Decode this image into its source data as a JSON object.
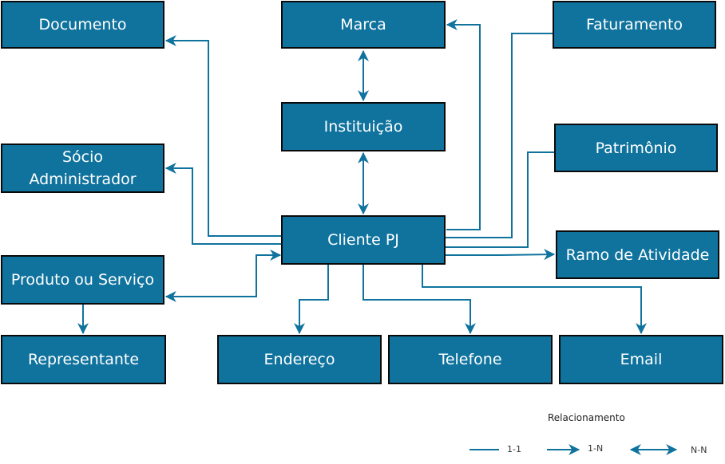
{
  "nodes": {
    "documento": "Documento",
    "marca": "Marca",
    "faturamento": "Faturamento",
    "instituicao": "Instituição",
    "socio": "Sócio Administrador",
    "patrimonio": "Patrimônio",
    "cliente_pj": "Cliente PJ",
    "ramo": "Ramo de Atividade",
    "produto": "Produto ou Serviço",
    "representante": "Representante",
    "endereco": "Endereço",
    "telefone": "Telefone",
    "email": "Email"
  },
  "legend": {
    "title": "Relacionamento",
    "one_to_one": "1-1",
    "one_to_many": "1-N",
    "many_to_many": "N-N"
  },
  "colors": {
    "box_fill": "#10739e",
    "box_border": "#0a0a0a",
    "link": "#10739e",
    "text": "#ffffff"
  }
}
